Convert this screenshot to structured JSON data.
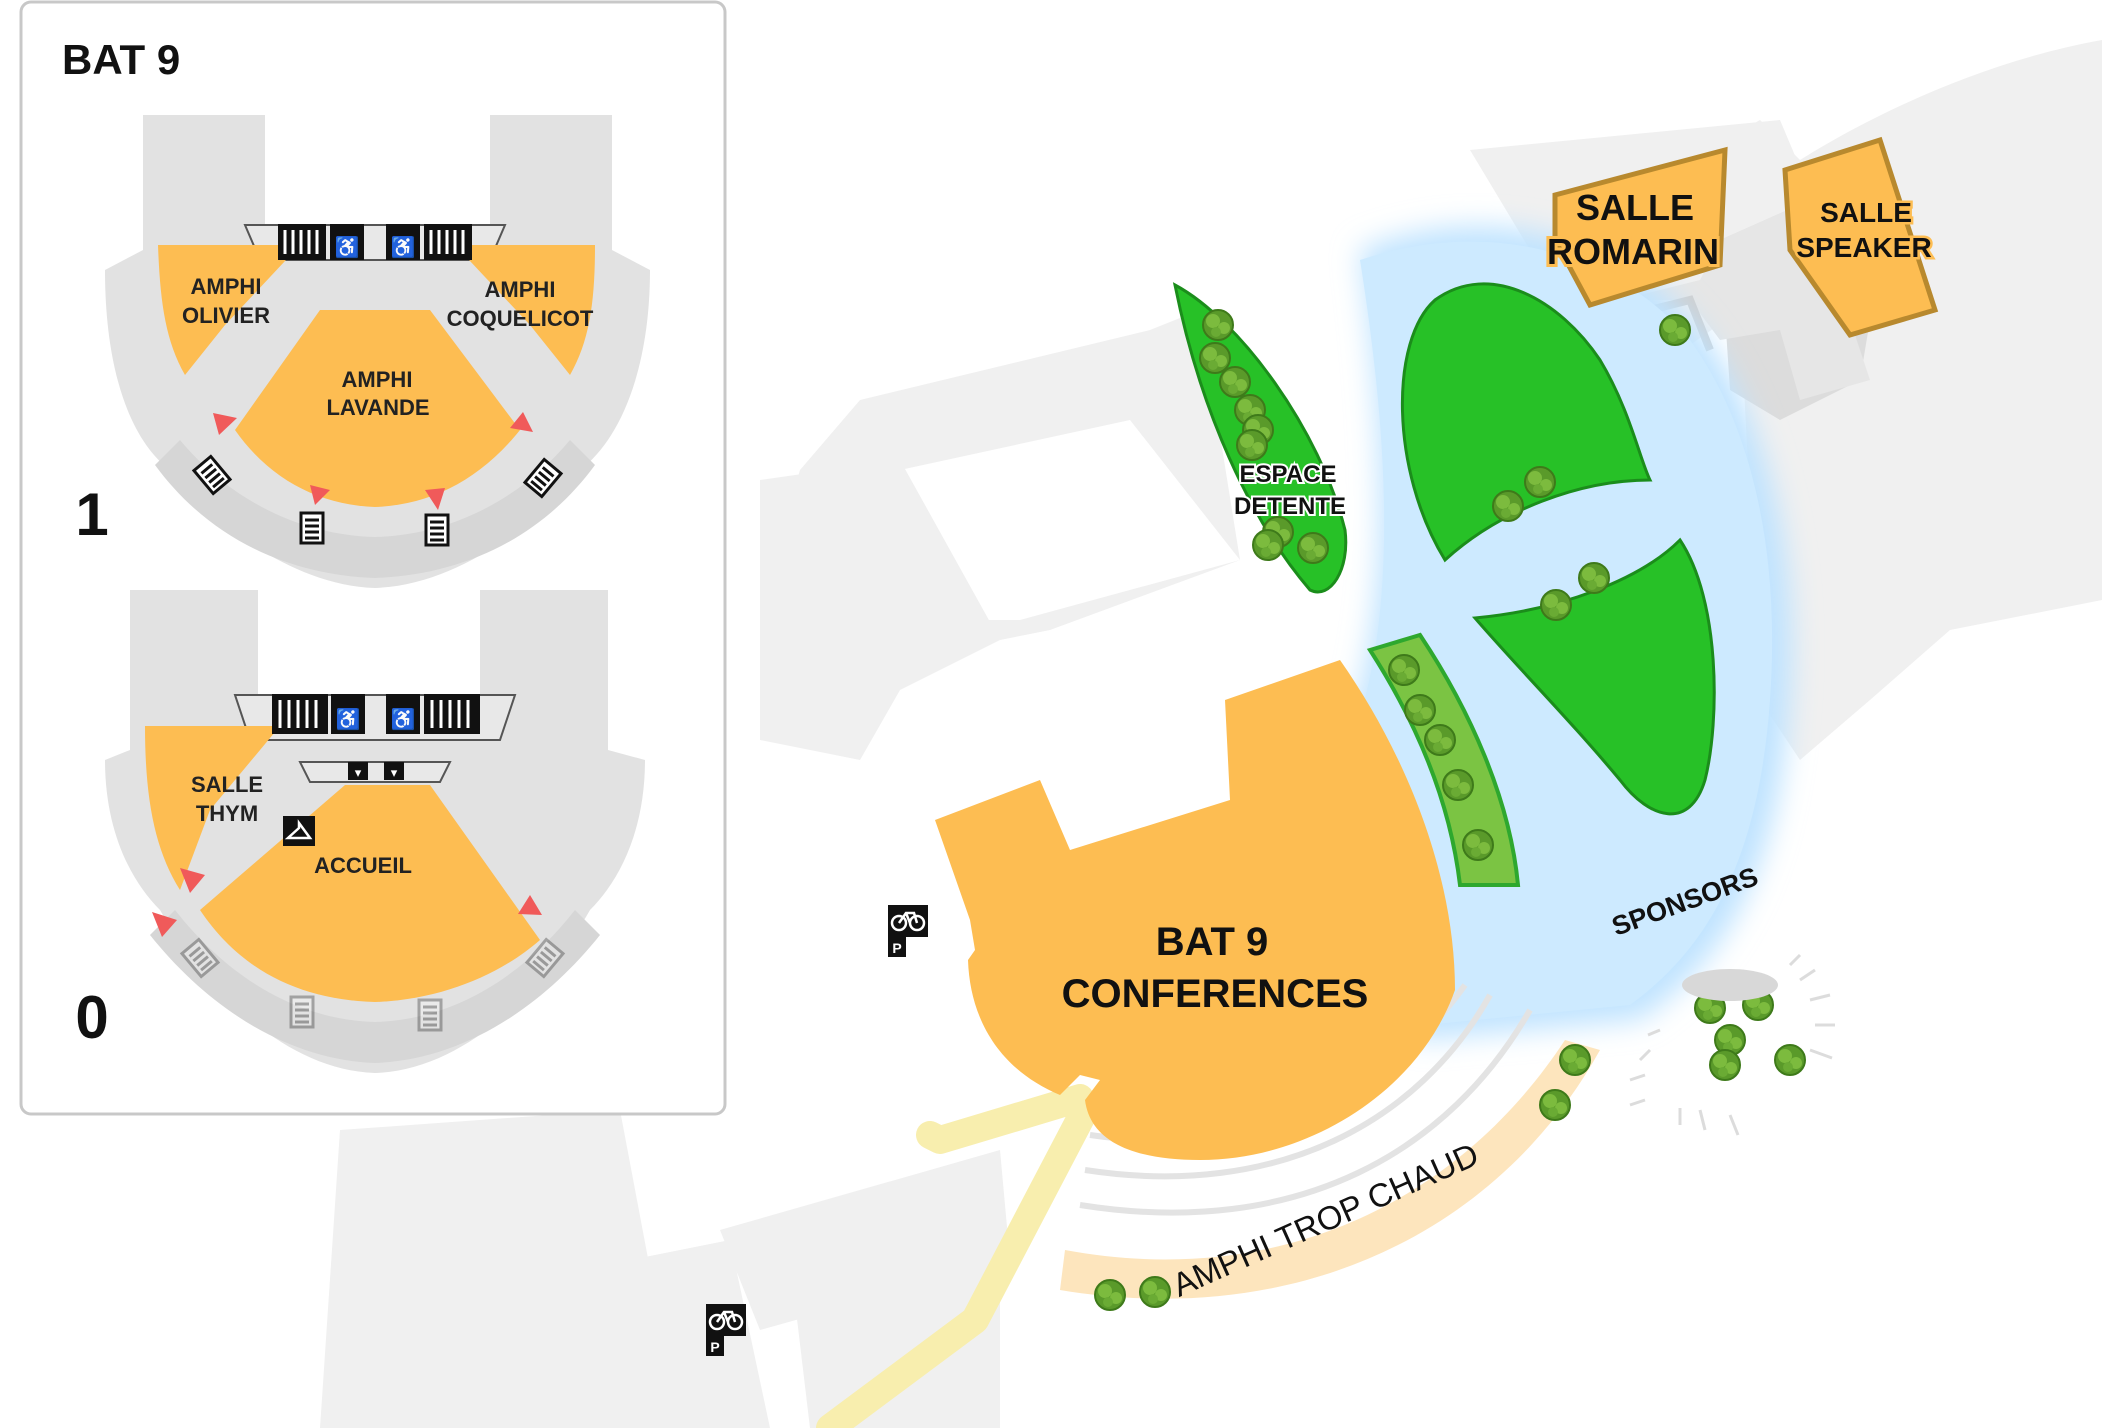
{
  "inset": {
    "title": "BAT 9",
    "floor_upper": {
      "number": "1",
      "rooms": {
        "olivier": [
          "AMPHI",
          "OLIVIER"
        ],
        "coquelicot": [
          "AMPHI",
          "COQUELICOT"
        ],
        "lavande": [
          "AMPHI",
          "LAVANDE"
        ]
      }
    },
    "floor_lower": {
      "number": "0",
      "rooms": {
        "thym": [
          "SALLE",
          "THYM"
        ],
        "accueil": "ACCUEIL"
      }
    }
  },
  "map": {
    "main_building": [
      "BAT 9",
      "CONFERENCES"
    ],
    "salle_romarin": [
      "SALLE",
      "ROMARIN"
    ],
    "salle_speaker": [
      "SALLE",
      "SPEAKER"
    ],
    "espace_detente": [
      "ESPACE",
      "DETENTE"
    ],
    "sponsors": "SPONSORS",
    "amphi_trop_chaud": "AMPHI TROP CHAUD",
    "bike_parking_letter": "P"
  },
  "colors": {
    "building_orange": "#fdbd52",
    "green_space": "#27c127",
    "sponsor_zone": "#cdeaff",
    "ground_grey": "#f0f0f0",
    "path_yellow": "#f8eeae",
    "arrow_red": "#f05a5a"
  },
  "icons": [
    "stairs-icon",
    "elevator-icon",
    "wheelchair-icon",
    "toilet-icon",
    "coat-hanger-icon",
    "bike-parking-icon",
    "tree-icon",
    "entrance-arrow-icon"
  ]
}
